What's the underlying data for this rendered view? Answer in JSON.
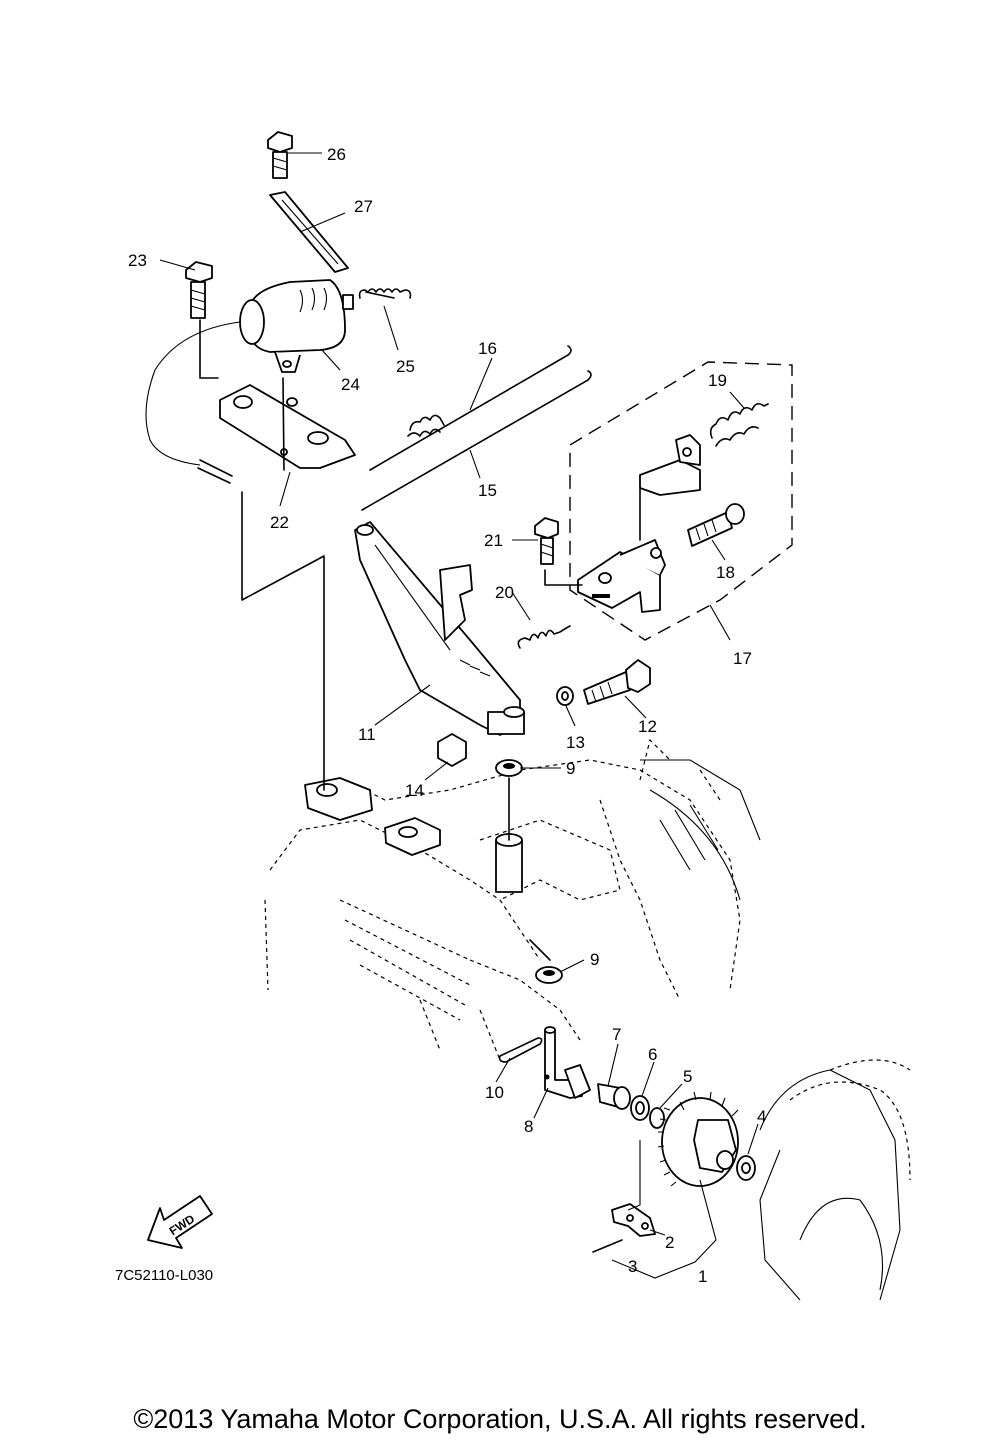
{
  "diagram": {
    "drawing_code": "7C52110-L030",
    "fwd_label": "FWD",
    "copyright": "©2013 Yamaha Motor Corporation, U.S.A. All rights reserved.",
    "callouts": [
      {
        "id": "1",
        "label": "1"
      },
      {
        "id": "2",
        "label": "2"
      },
      {
        "id": "3",
        "label": "3"
      },
      {
        "id": "4",
        "label": "4"
      },
      {
        "id": "5",
        "label": "5"
      },
      {
        "id": "6",
        "label": "6"
      },
      {
        "id": "7",
        "label": "7"
      },
      {
        "id": "8",
        "label": "8"
      },
      {
        "id": "9a",
        "label": "9"
      },
      {
        "id": "9b",
        "label": "9"
      },
      {
        "id": "10",
        "label": "10"
      },
      {
        "id": "11",
        "label": "11"
      },
      {
        "id": "12",
        "label": "12"
      },
      {
        "id": "13",
        "label": "13"
      },
      {
        "id": "14",
        "label": "14"
      },
      {
        "id": "15",
        "label": "15"
      },
      {
        "id": "16",
        "label": "16"
      },
      {
        "id": "17",
        "label": "17"
      },
      {
        "id": "18",
        "label": "18"
      },
      {
        "id": "19",
        "label": "19"
      },
      {
        "id": "20",
        "label": "20"
      },
      {
        "id": "21",
        "label": "21"
      },
      {
        "id": "22",
        "label": "22"
      },
      {
        "id": "23",
        "label": "23"
      },
      {
        "id": "24",
        "label": "24"
      },
      {
        "id": "25",
        "label": "25"
      },
      {
        "id": "26",
        "label": "26"
      },
      {
        "id": "27",
        "label": "27"
      }
    ]
  }
}
